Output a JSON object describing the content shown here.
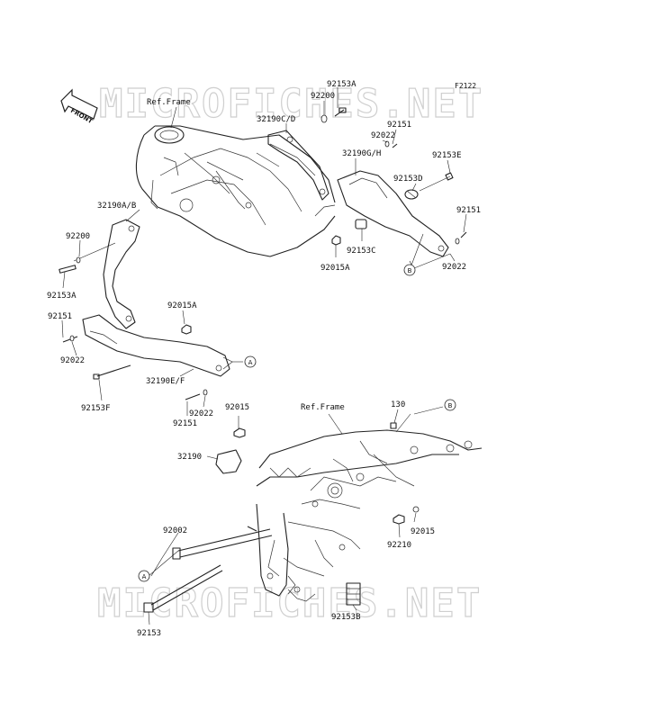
{
  "figure_code": "F2122",
  "watermark": "MICROFICHES.NET",
  "front_label": "FRONT",
  "ref_frame": "Ref.Frame",
  "parts": [
    {
      "id": "p1",
      "label": "92153A"
    },
    {
      "id": "p2",
      "label": "92200"
    },
    {
      "id": "p3",
      "label": "32190C/D"
    },
    {
      "id": "p4",
      "label": "92151"
    },
    {
      "id": "p5",
      "label": "92022"
    },
    {
      "id": "p6",
      "label": "32190G/H"
    },
    {
      "id": "p7",
      "label": "92153E"
    },
    {
      "id": "p8",
      "label": "92153D"
    },
    {
      "id": "p9",
      "label": "92151"
    },
    {
      "id": "p10",
      "label": "92153C"
    },
    {
      "id": "p11",
      "label": "92015A"
    },
    {
      "id": "p12",
      "label": "92022"
    },
    {
      "id": "p13",
      "label": "32190A/B"
    },
    {
      "id": "p14",
      "label": "92200"
    },
    {
      "id": "p15",
      "label": "92153A"
    },
    {
      "id": "p16",
      "label": "92151"
    },
    {
      "id": "p17",
      "label": "92022"
    },
    {
      "id": "p18",
      "label": "92015A"
    },
    {
      "id": "p19",
      "label": "32190E/F"
    },
    {
      "id": "p20",
      "label": "92153F"
    },
    {
      "id": "p21",
      "label": "92151"
    },
    {
      "id": "p22",
      "label": "92022"
    },
    {
      "id": "p23",
      "label": "92015"
    },
    {
      "id": "p24",
      "label": "130"
    },
    {
      "id": "p25",
      "label": "32190"
    },
    {
      "id": "p26",
      "label": "92002"
    },
    {
      "id": "p27",
      "label": "92015"
    },
    {
      "id": "p28",
      "label": "92210"
    },
    {
      "id": "p29",
      "label": "92153B"
    },
    {
      "id": "p30",
      "label": "92153"
    }
  ],
  "callouts": {
    "a": "A",
    "b": "B"
  }
}
